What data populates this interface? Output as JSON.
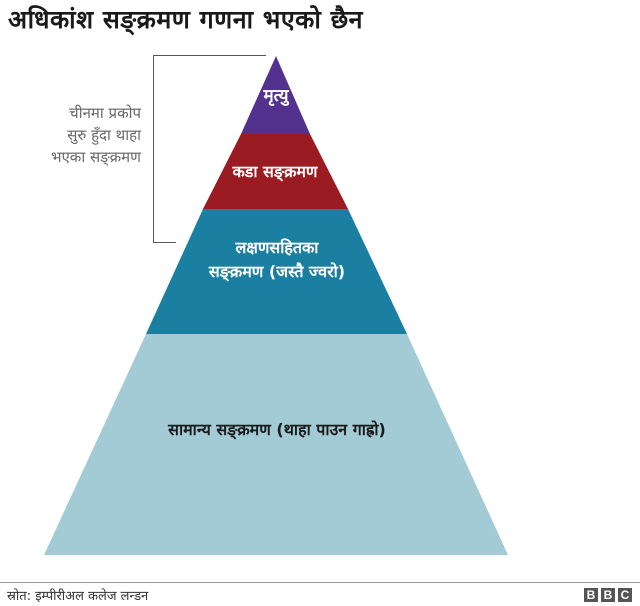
{
  "title": "अधिकांश सङ्क्रमण गणना भएको छैन",
  "annotation": {
    "lines": [
      "चीनमा प्रकोप",
      "सुरु हुँदा थाहा",
      "भएका सङ्क्रमण"
    ]
  },
  "pyramid": {
    "layers": [
      {
        "label_lines": [
          "मृत्यु"
        ],
        "color": "#53328f",
        "text_color": "#ffffff"
      },
      {
        "label_lines": [
          "कडा सङ्क्रमण"
        ],
        "color": "#9a1c22",
        "text_color": "#ffffff"
      },
      {
        "label_lines": [
          "लक्षणसहितका",
          "सङ्क्रमण (जस्तै ज्वरो)"
        ],
        "color": "#1a7fa0",
        "text_color": "#ffffff"
      },
      {
        "label_lines": [
          "सामान्य सङ्क्रमण (थाहा पाउन गाह्रो)"
        ],
        "color": "#a3cbd6",
        "text_color": "#1a1a1a"
      }
    ]
  },
  "footer": {
    "source": "स्रोत: इम्पीरीअल कलेज लन्डन",
    "logo": [
      "B",
      "B",
      "C"
    ]
  }
}
